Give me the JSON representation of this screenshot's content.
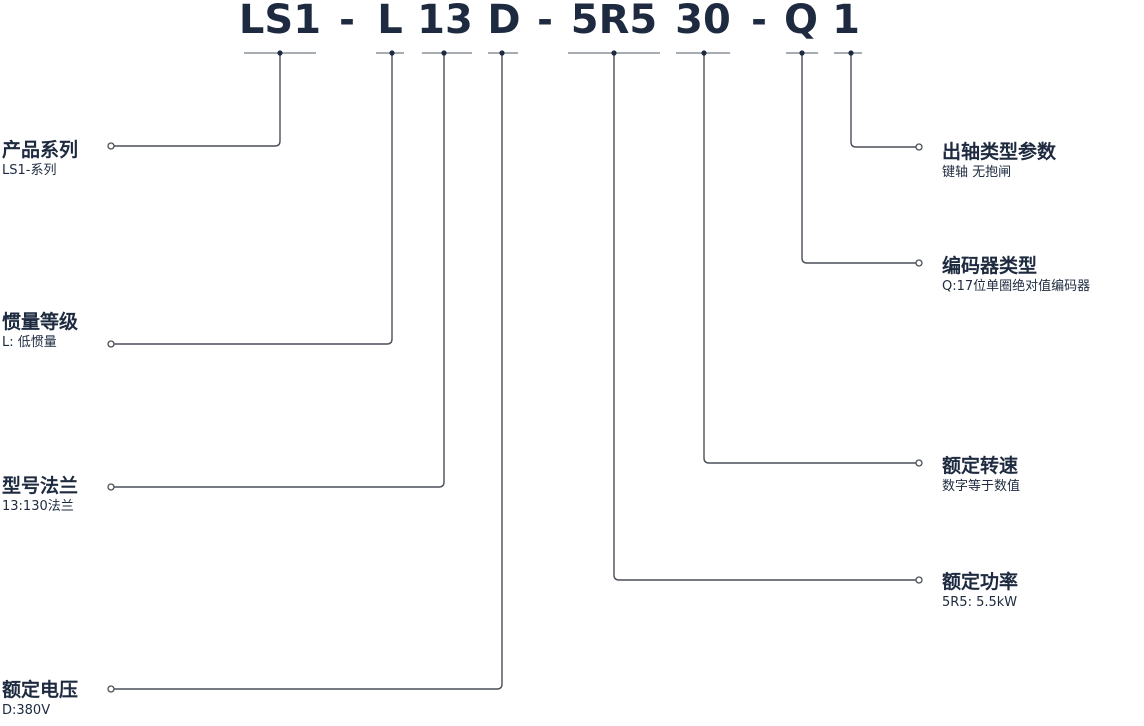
{
  "code": {
    "segments": [
      "LS1",
      "L",
      "13",
      "D",
      "5R5",
      "30",
      "Q",
      "1"
    ],
    "separator": "-"
  },
  "labels": {
    "series": {
      "title": "产品系列",
      "desc": "LS1-系列"
    },
    "inertia": {
      "title": "惯量等级",
      "desc": "L:  低惯量"
    },
    "flange": {
      "title": "型号法兰",
      "desc": "13:130法兰"
    },
    "voltage": {
      "title": "额定电压",
      "desc": "D:380V"
    },
    "shaft": {
      "title": "出轴类型参数",
      "desc": "键轴 无抱闸"
    },
    "encoder": {
      "title": "编码器类型",
      "desc": "Q:17位单圈绝对值编码器"
    },
    "speed": {
      "title": "额定转速",
      "desc": "数字等于数值"
    },
    "power": {
      "title": "额定功率",
      "desc": "5R5:  5.5kW"
    }
  },
  "colors": {
    "text": "#1d2a3f",
    "line": "#4a4f58",
    "underline": "#8a8f99"
  }
}
